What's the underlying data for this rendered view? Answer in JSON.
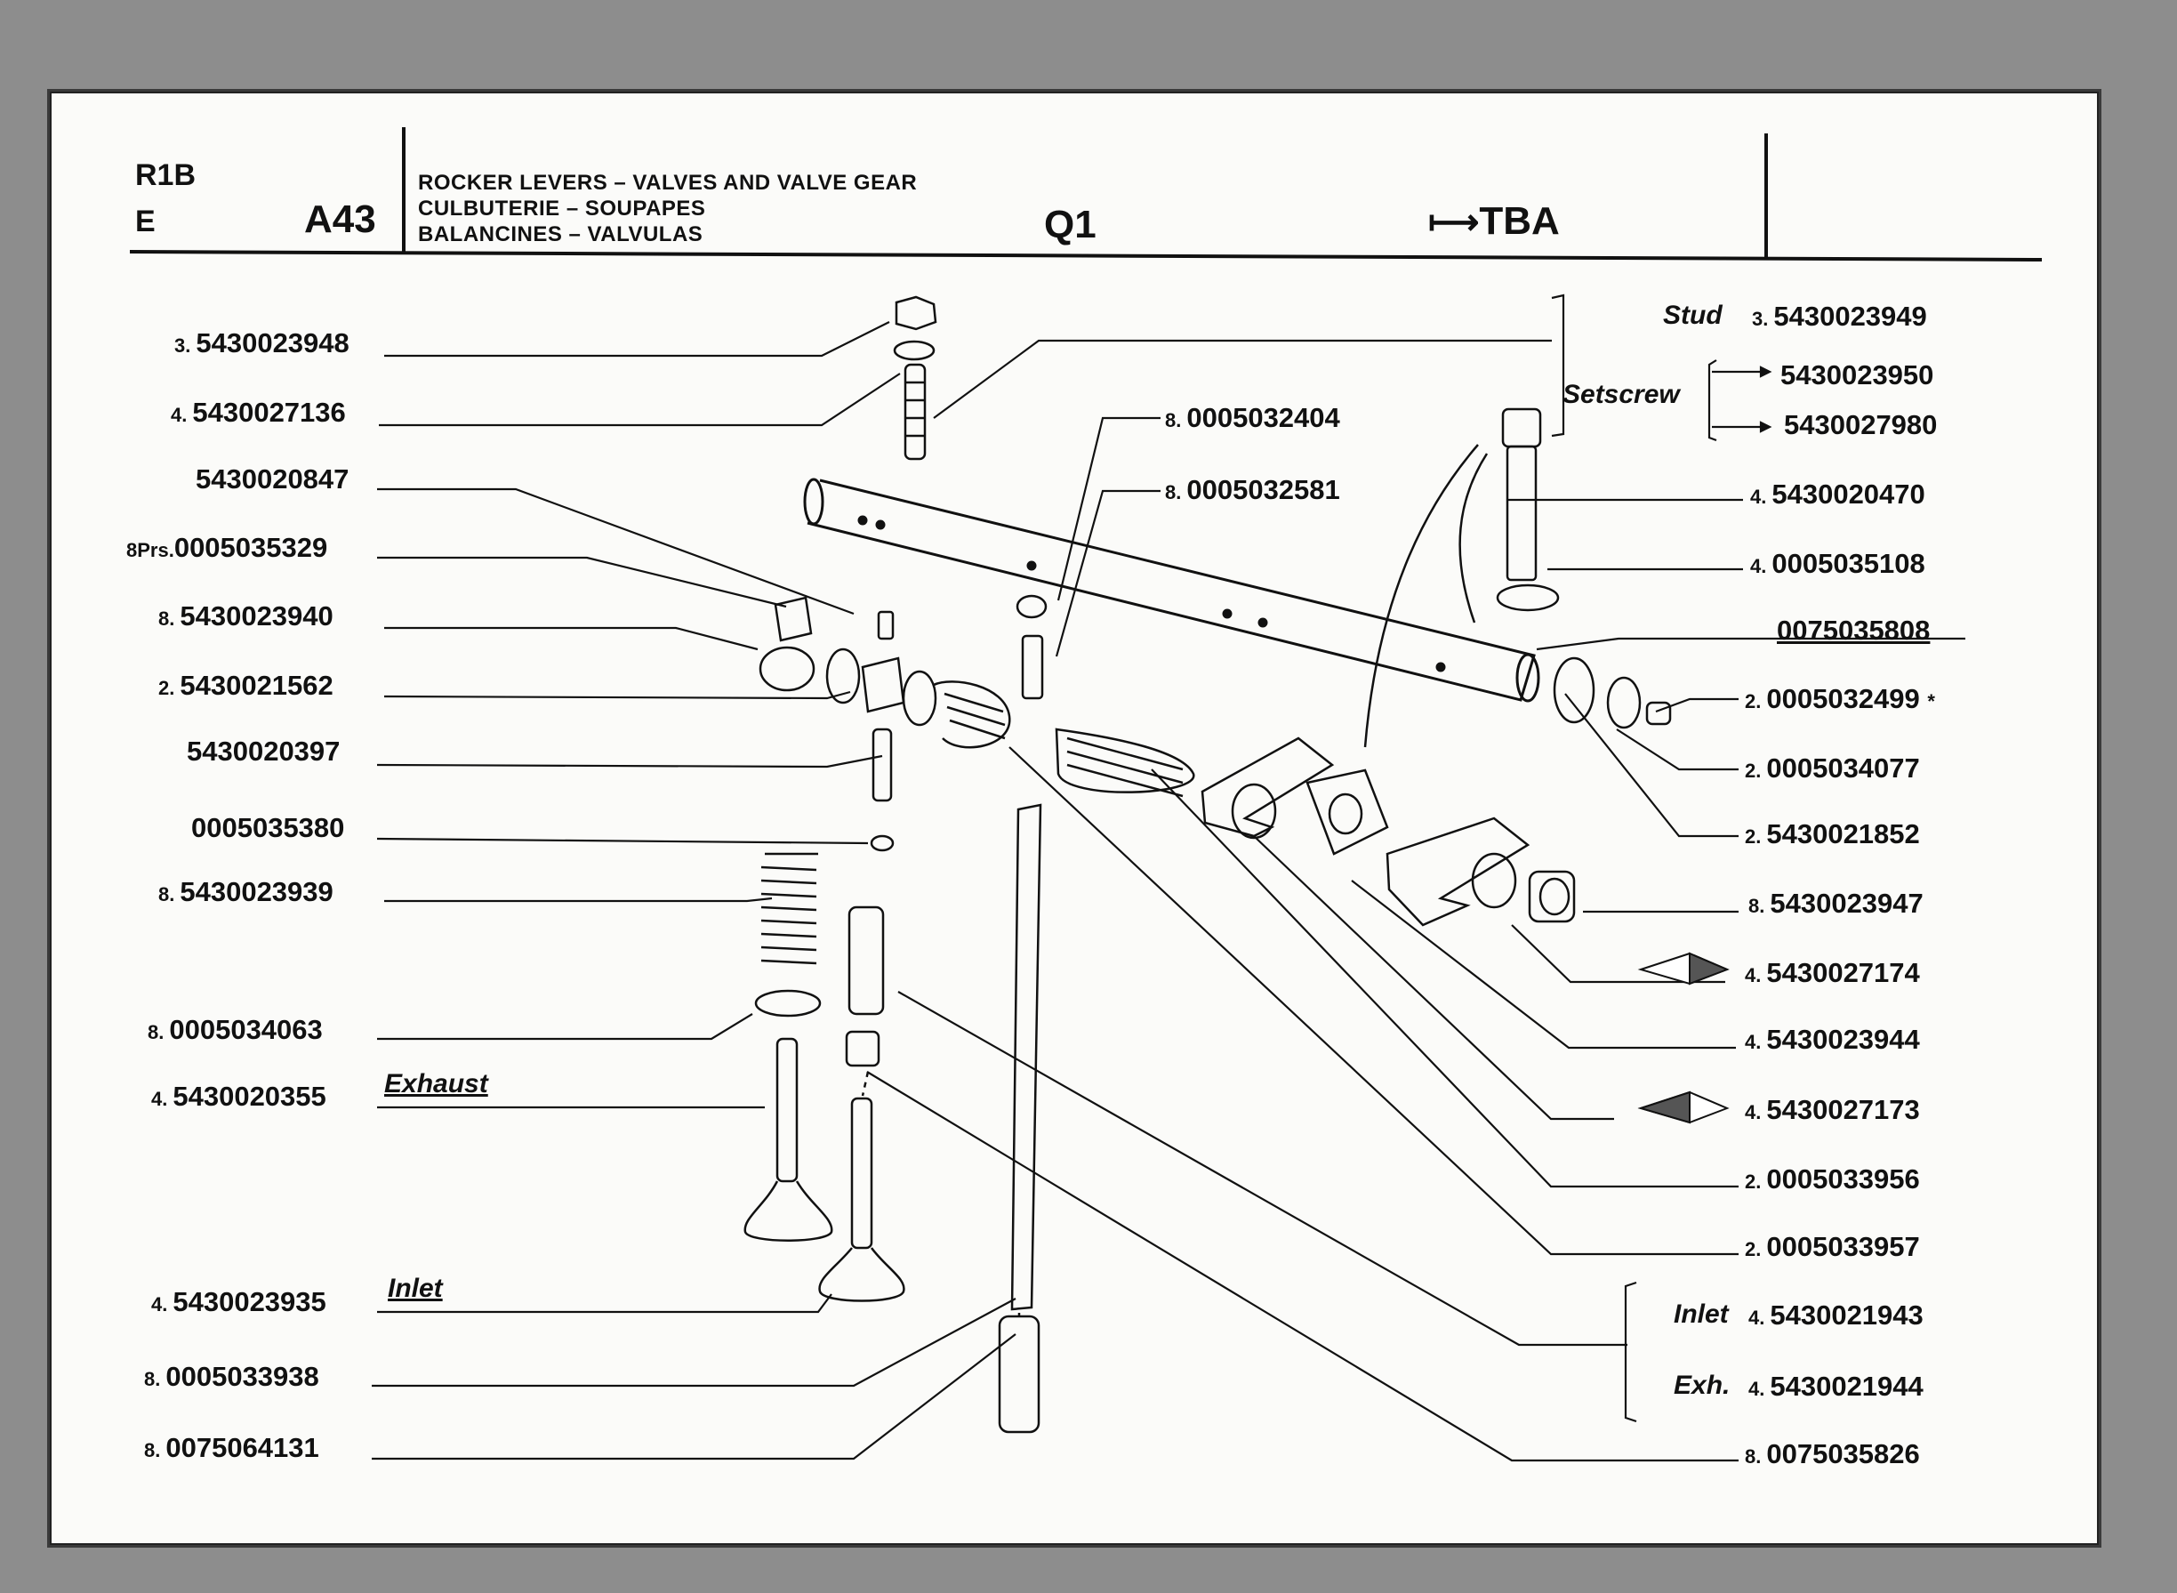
{
  "header": {
    "model": "R1B",
    "lang": "E",
    "group": "A43",
    "titles": [
      "ROCKER LEVERS – VALVES AND VALVE GEAR",
      "CULBUTERIE – SOUPAPES",
      "BALANCINES – VALVULAS"
    ],
    "variant": "Q1",
    "range_to": "TBA"
  },
  "left_parts": [
    {
      "qty": "3.",
      "part": "5430023948"
    },
    {
      "qty": "4.",
      "part": "5430027136"
    },
    {
      "qty": "",
      "part": "5430020847"
    },
    {
      "qty": "8Prs.",
      "part": "0005035329"
    },
    {
      "qty": "8.",
      "part": "5430023940"
    },
    {
      "qty": "2.",
      "part": "5430021562"
    },
    {
      "qty": "",
      "part": "5430020397"
    },
    {
      "qty": "",
      "part": "0005035380"
    },
    {
      "qty": "8.",
      "part": "5430023939"
    },
    {
      "qty": "8.",
      "part": "0005034063"
    },
    {
      "qty": "4.",
      "part": "5430020355",
      "note": "Exhaust"
    },
    {
      "qty": "4.",
      "part": "5430023935",
      "note": "Inlet"
    },
    {
      "qty": "8.",
      "part": "0005033938"
    },
    {
      "qty": "8.",
      "part": "0075064131"
    }
  ],
  "mid_parts": [
    {
      "qty": "8.",
      "part": "0005032404"
    },
    {
      "qty": "8.",
      "part": "0005032581"
    }
  ],
  "right_parts": {
    "stud": {
      "label": "Stud",
      "qty": "3.",
      "part": "5430023949"
    },
    "setscrew": {
      "label": "Setscrew",
      "parts": [
        "5430023950",
        "5430027980"
      ]
    },
    "list": [
      {
        "qty": "4.",
        "part": "5430020470"
      },
      {
        "qty": "4.",
        "part": "0005035108"
      },
      {
        "qty": "",
        "part": "0075035808"
      },
      {
        "qty": "2.",
        "part": "0005032499",
        "mark": "*"
      },
      {
        "qty": "2.",
        "part": "0005034077"
      },
      {
        "qty": "2.",
        "part": "5430021852"
      },
      {
        "qty": "8.",
        "part": "5430023947"
      },
      {
        "qty": "4.",
        "part": "5430027174"
      },
      {
        "qty": "4.",
        "part": "5430023944"
      },
      {
        "qty": "4.",
        "part": "5430027173"
      },
      {
        "qty": "2.",
        "part": "0005033956"
      },
      {
        "qty": "2.",
        "part": "0005033957"
      }
    ],
    "inlet": {
      "label": "Inlet",
      "qty": "4.",
      "part": "5430021943"
    },
    "exh": {
      "label": "Exh.",
      "qty": "4.",
      "part": "5430021944"
    },
    "last": {
      "qty": "8.",
      "part": "0075035826"
    }
  }
}
